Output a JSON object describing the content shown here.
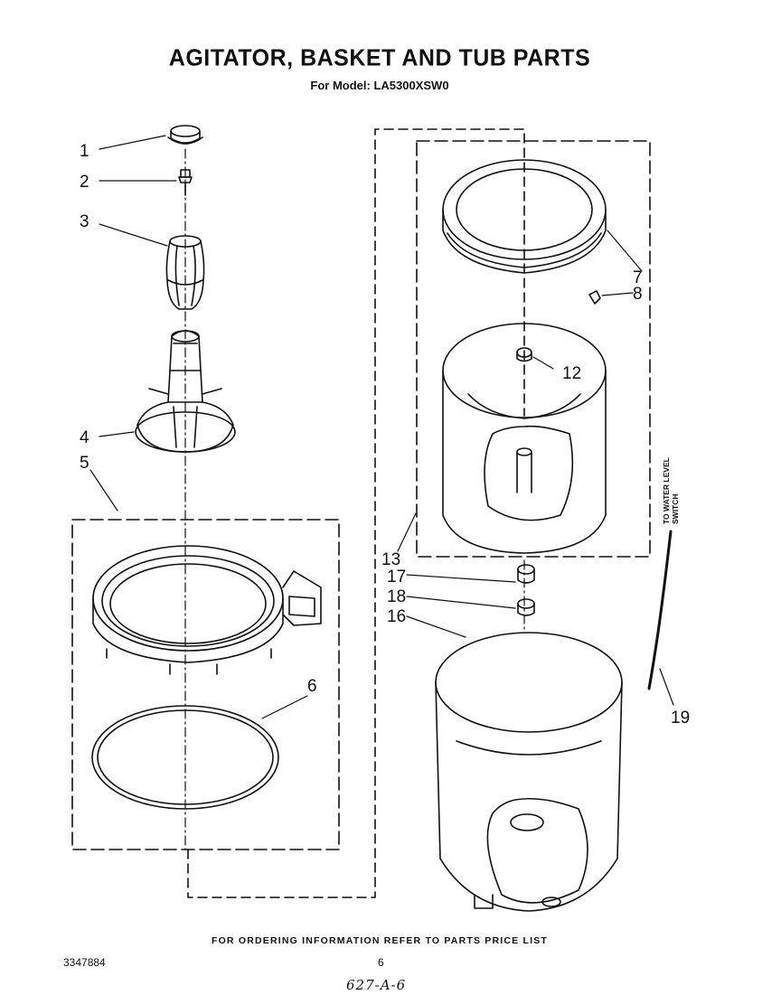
{
  "header": {
    "title": "AGITATOR, BASKET AND TUB PARTS",
    "subtitle": "For Model: LA5300XSW0"
  },
  "callouts": {
    "c1": "1",
    "c2": "2",
    "c3": "3",
    "c4": "4",
    "c5": "5",
    "c6": "6",
    "c7": "7",
    "c8": "8",
    "c12": "12",
    "c13": "13",
    "c16": "16",
    "c17": "17",
    "c18": "18",
    "c19": "19"
  },
  "hose_label": {
    "line1": "TO WATER LEVEL",
    "line2": "SWITCH"
  },
  "footer": {
    "note": "FOR ORDERING INFORMATION REFER TO PARTS PRICE LIST",
    "doc_number": "3347884",
    "page_number": "6",
    "handwritten": "627-A-6"
  }
}
